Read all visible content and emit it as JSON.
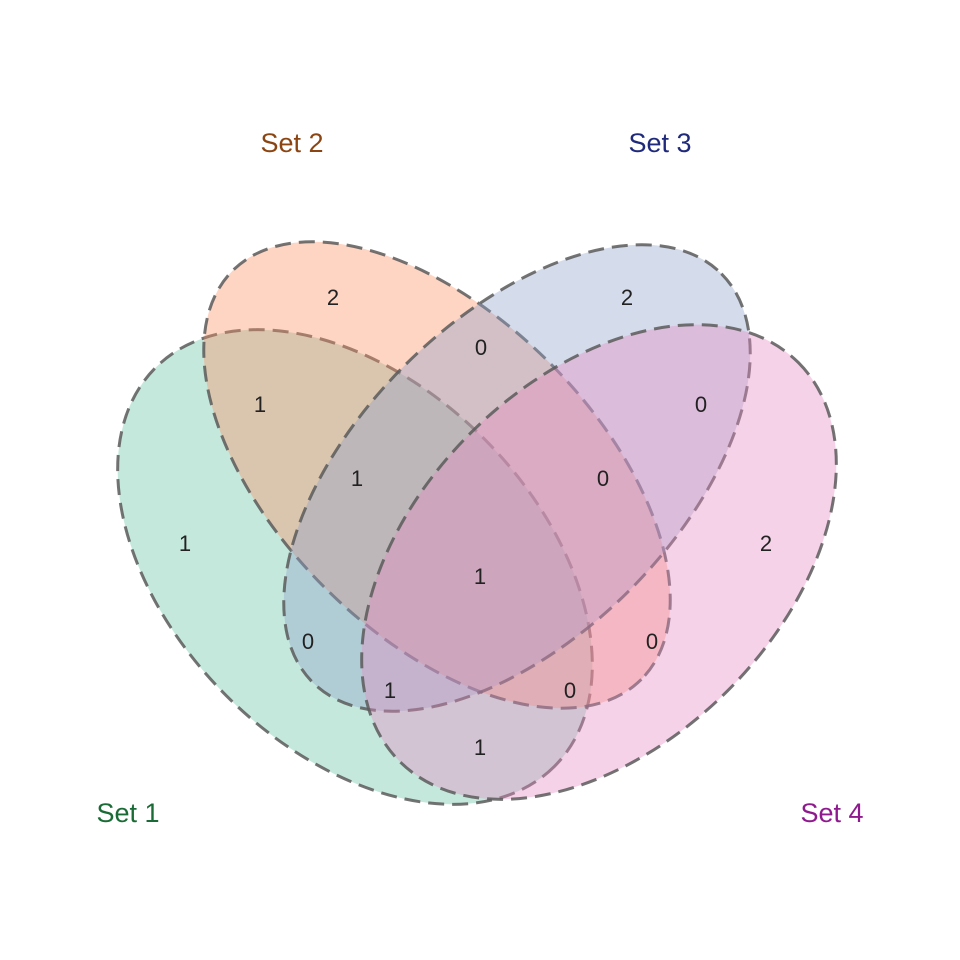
{
  "diagram": {
    "type": "venn-4",
    "sets": [
      {
        "id": "s1",
        "label": "Set 1",
        "fill": "#66c2a5",
        "label_color": "#1b6b36"
      },
      {
        "id": "s2",
        "label": "Set 2",
        "fill": "#fc8d62",
        "label_color": "#8b4513"
      },
      {
        "id": "s3",
        "label": "Set 3",
        "fill": "#8da0cb",
        "label_color": "#1f2a7a"
      },
      {
        "id": "s4",
        "label": "Set 4",
        "fill": "#e78ac3",
        "label_color": "#8e1a8e"
      }
    ],
    "regions": [
      {
        "sets": [
          "Set 1"
        ],
        "count": "1"
      },
      {
        "sets": [
          "Set 2"
        ],
        "count": "2"
      },
      {
        "sets": [
          "Set 3"
        ],
        "count": "2"
      },
      {
        "sets": [
          "Set 4"
        ],
        "count": "2"
      },
      {
        "sets": [
          "Set 1",
          "Set 2"
        ],
        "count": "1"
      },
      {
        "sets": [
          "Set 2",
          "Set 3"
        ],
        "count": "0"
      },
      {
        "sets": [
          "Set 3",
          "Set 4"
        ],
        "count": "0"
      },
      {
        "sets": [
          "Set 1",
          "Set 2",
          "Set 3"
        ],
        "count": "1"
      },
      {
        "sets": [
          "Set 2",
          "Set 3",
          "Set 4"
        ],
        "count": "0"
      },
      {
        "sets": [
          "Set 1",
          "Set 2",
          "Set 3",
          "Set 4"
        ],
        "count": "1"
      },
      {
        "sets": [
          "Set 1",
          "Set 3"
        ],
        "count": "0"
      },
      {
        "sets": [
          "Set 2",
          "Set 4"
        ],
        "count": "0"
      },
      {
        "sets": [
          "Set 1",
          "Set 3",
          "Set 4"
        ],
        "count": "1"
      },
      {
        "sets": [
          "Set 1",
          "Set 2",
          "Set 4"
        ],
        "count": "0"
      },
      {
        "sets": [
          "Set 1",
          "Set 4"
        ],
        "count": "1"
      }
    ]
  }
}
